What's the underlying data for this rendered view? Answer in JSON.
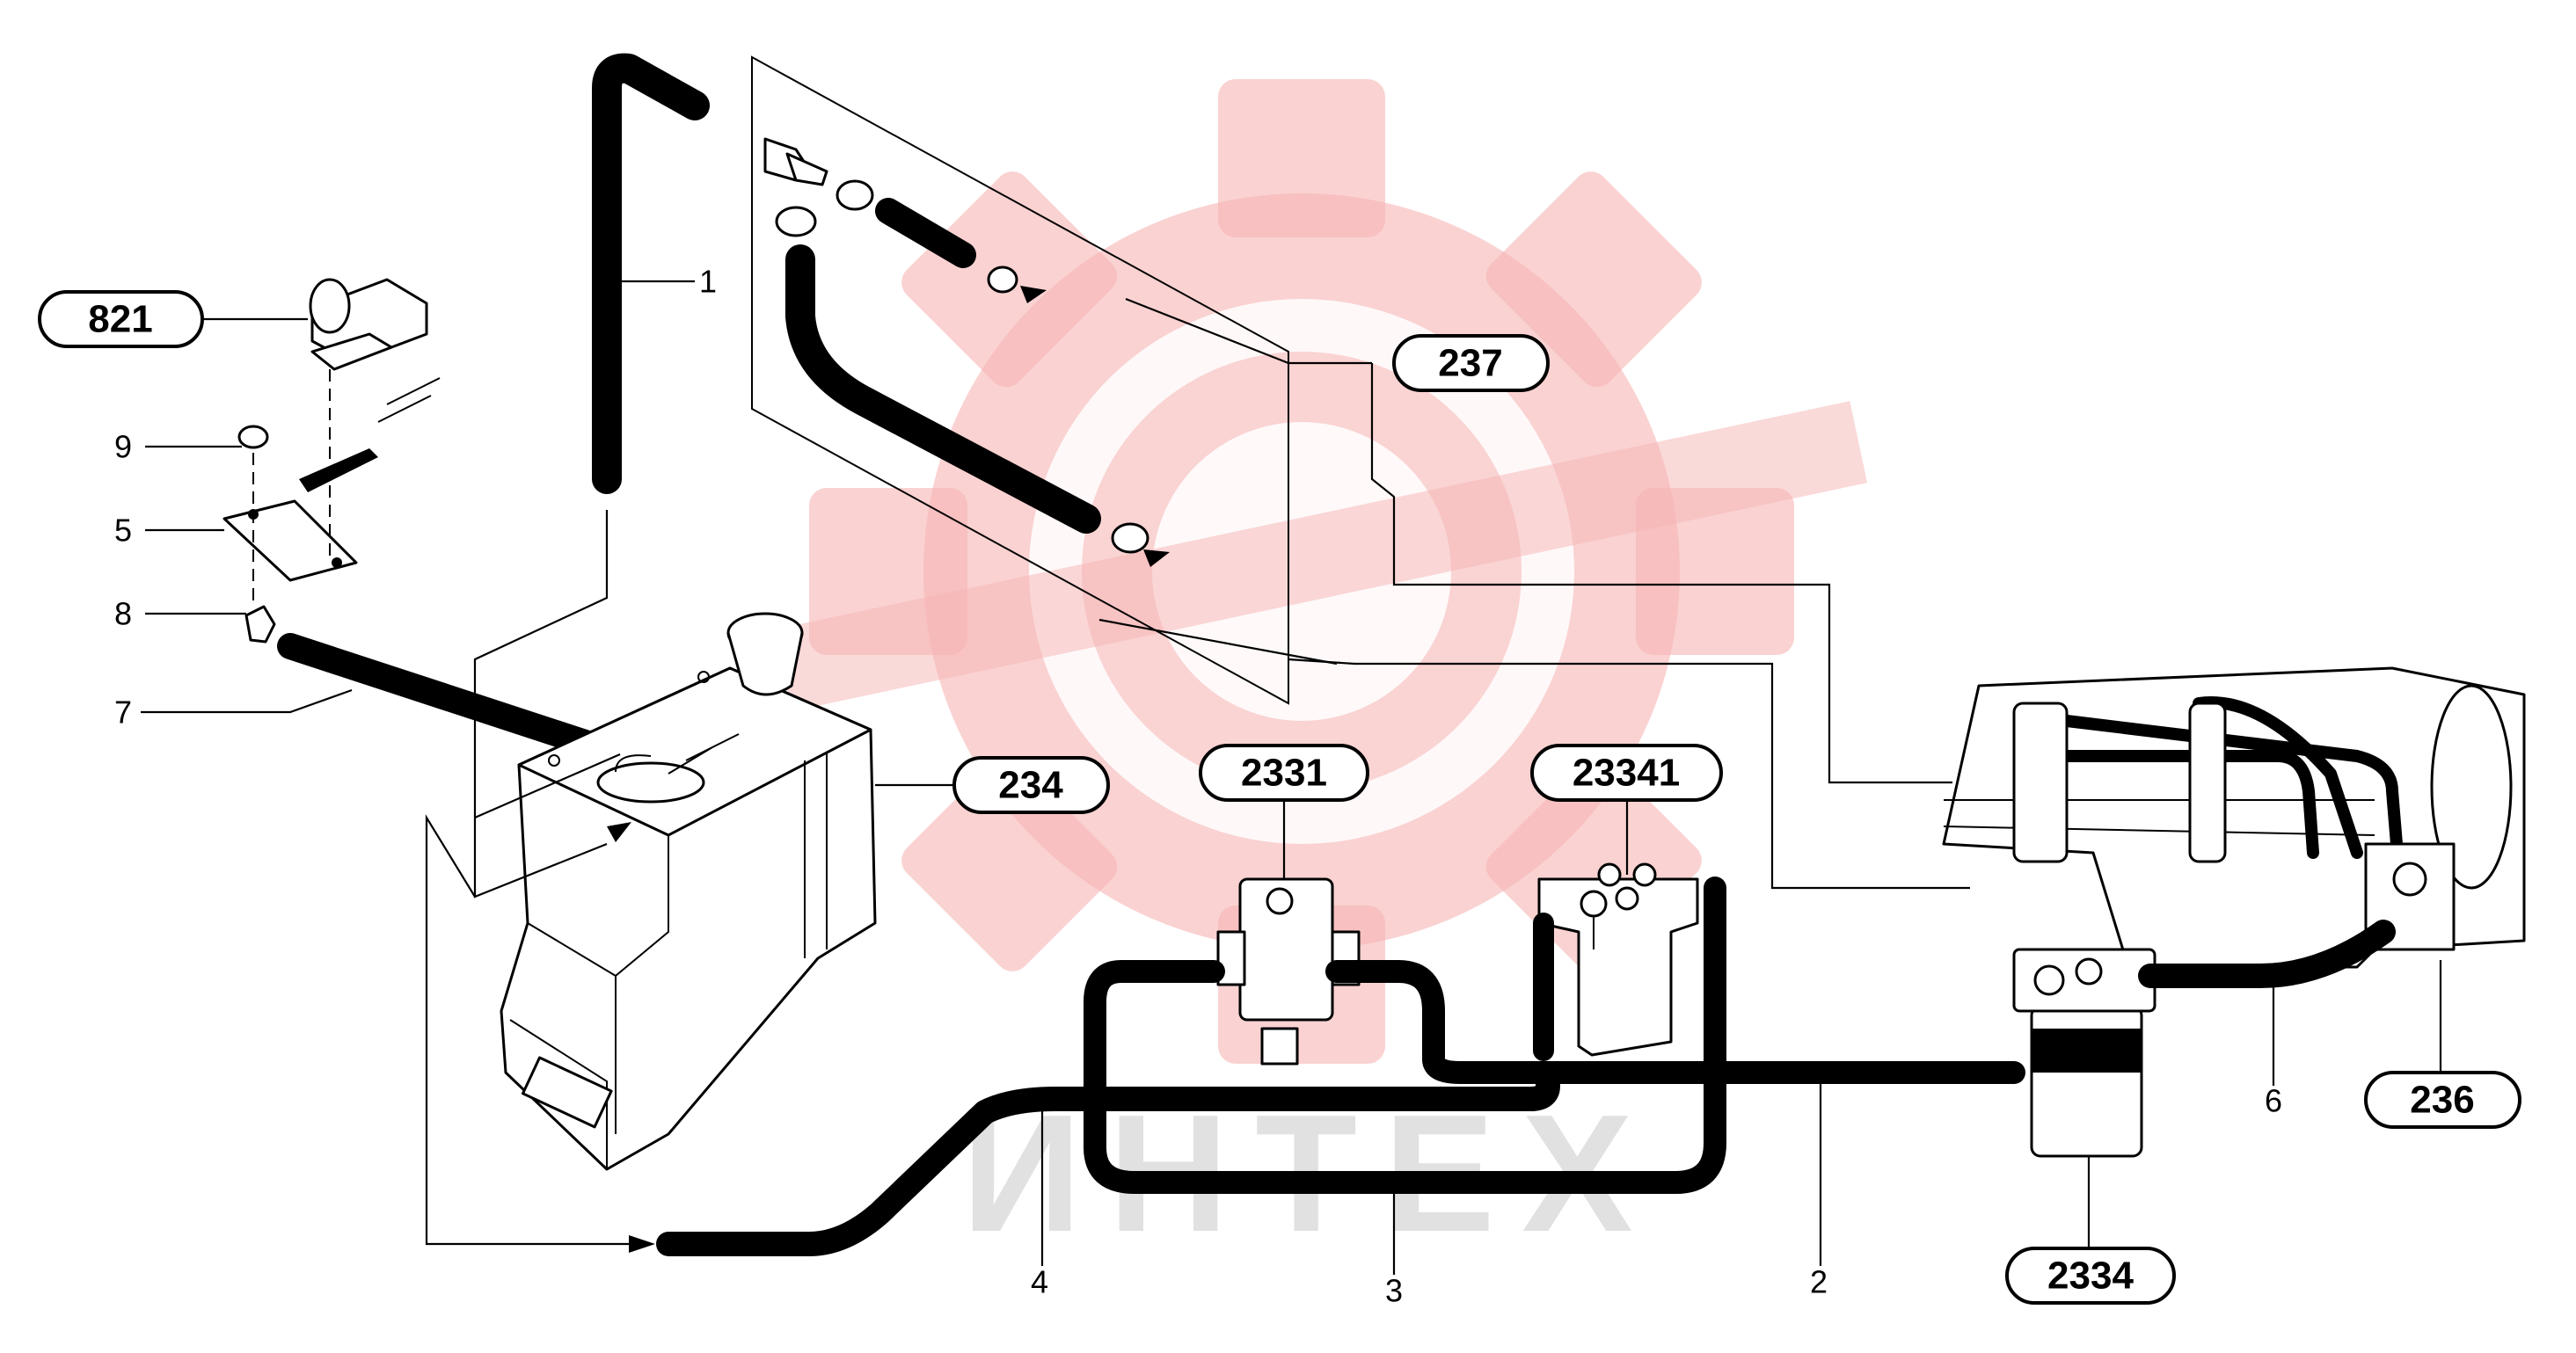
{
  "watermark": {
    "text": "ИНТЕХ",
    "gear_color": "#f6b4b4"
  },
  "callouts": {
    "c821": "821",
    "c237": "237",
    "c234": "234",
    "c2331": "2331",
    "c23341": "23341",
    "c236": "236",
    "c2334": "2334"
  },
  "numbers": {
    "n1": "1",
    "n9": "9",
    "n5": "5",
    "n8": "8",
    "n7": "7",
    "n4": "4",
    "n3": "3",
    "n2": "2",
    "n6": "6"
  }
}
